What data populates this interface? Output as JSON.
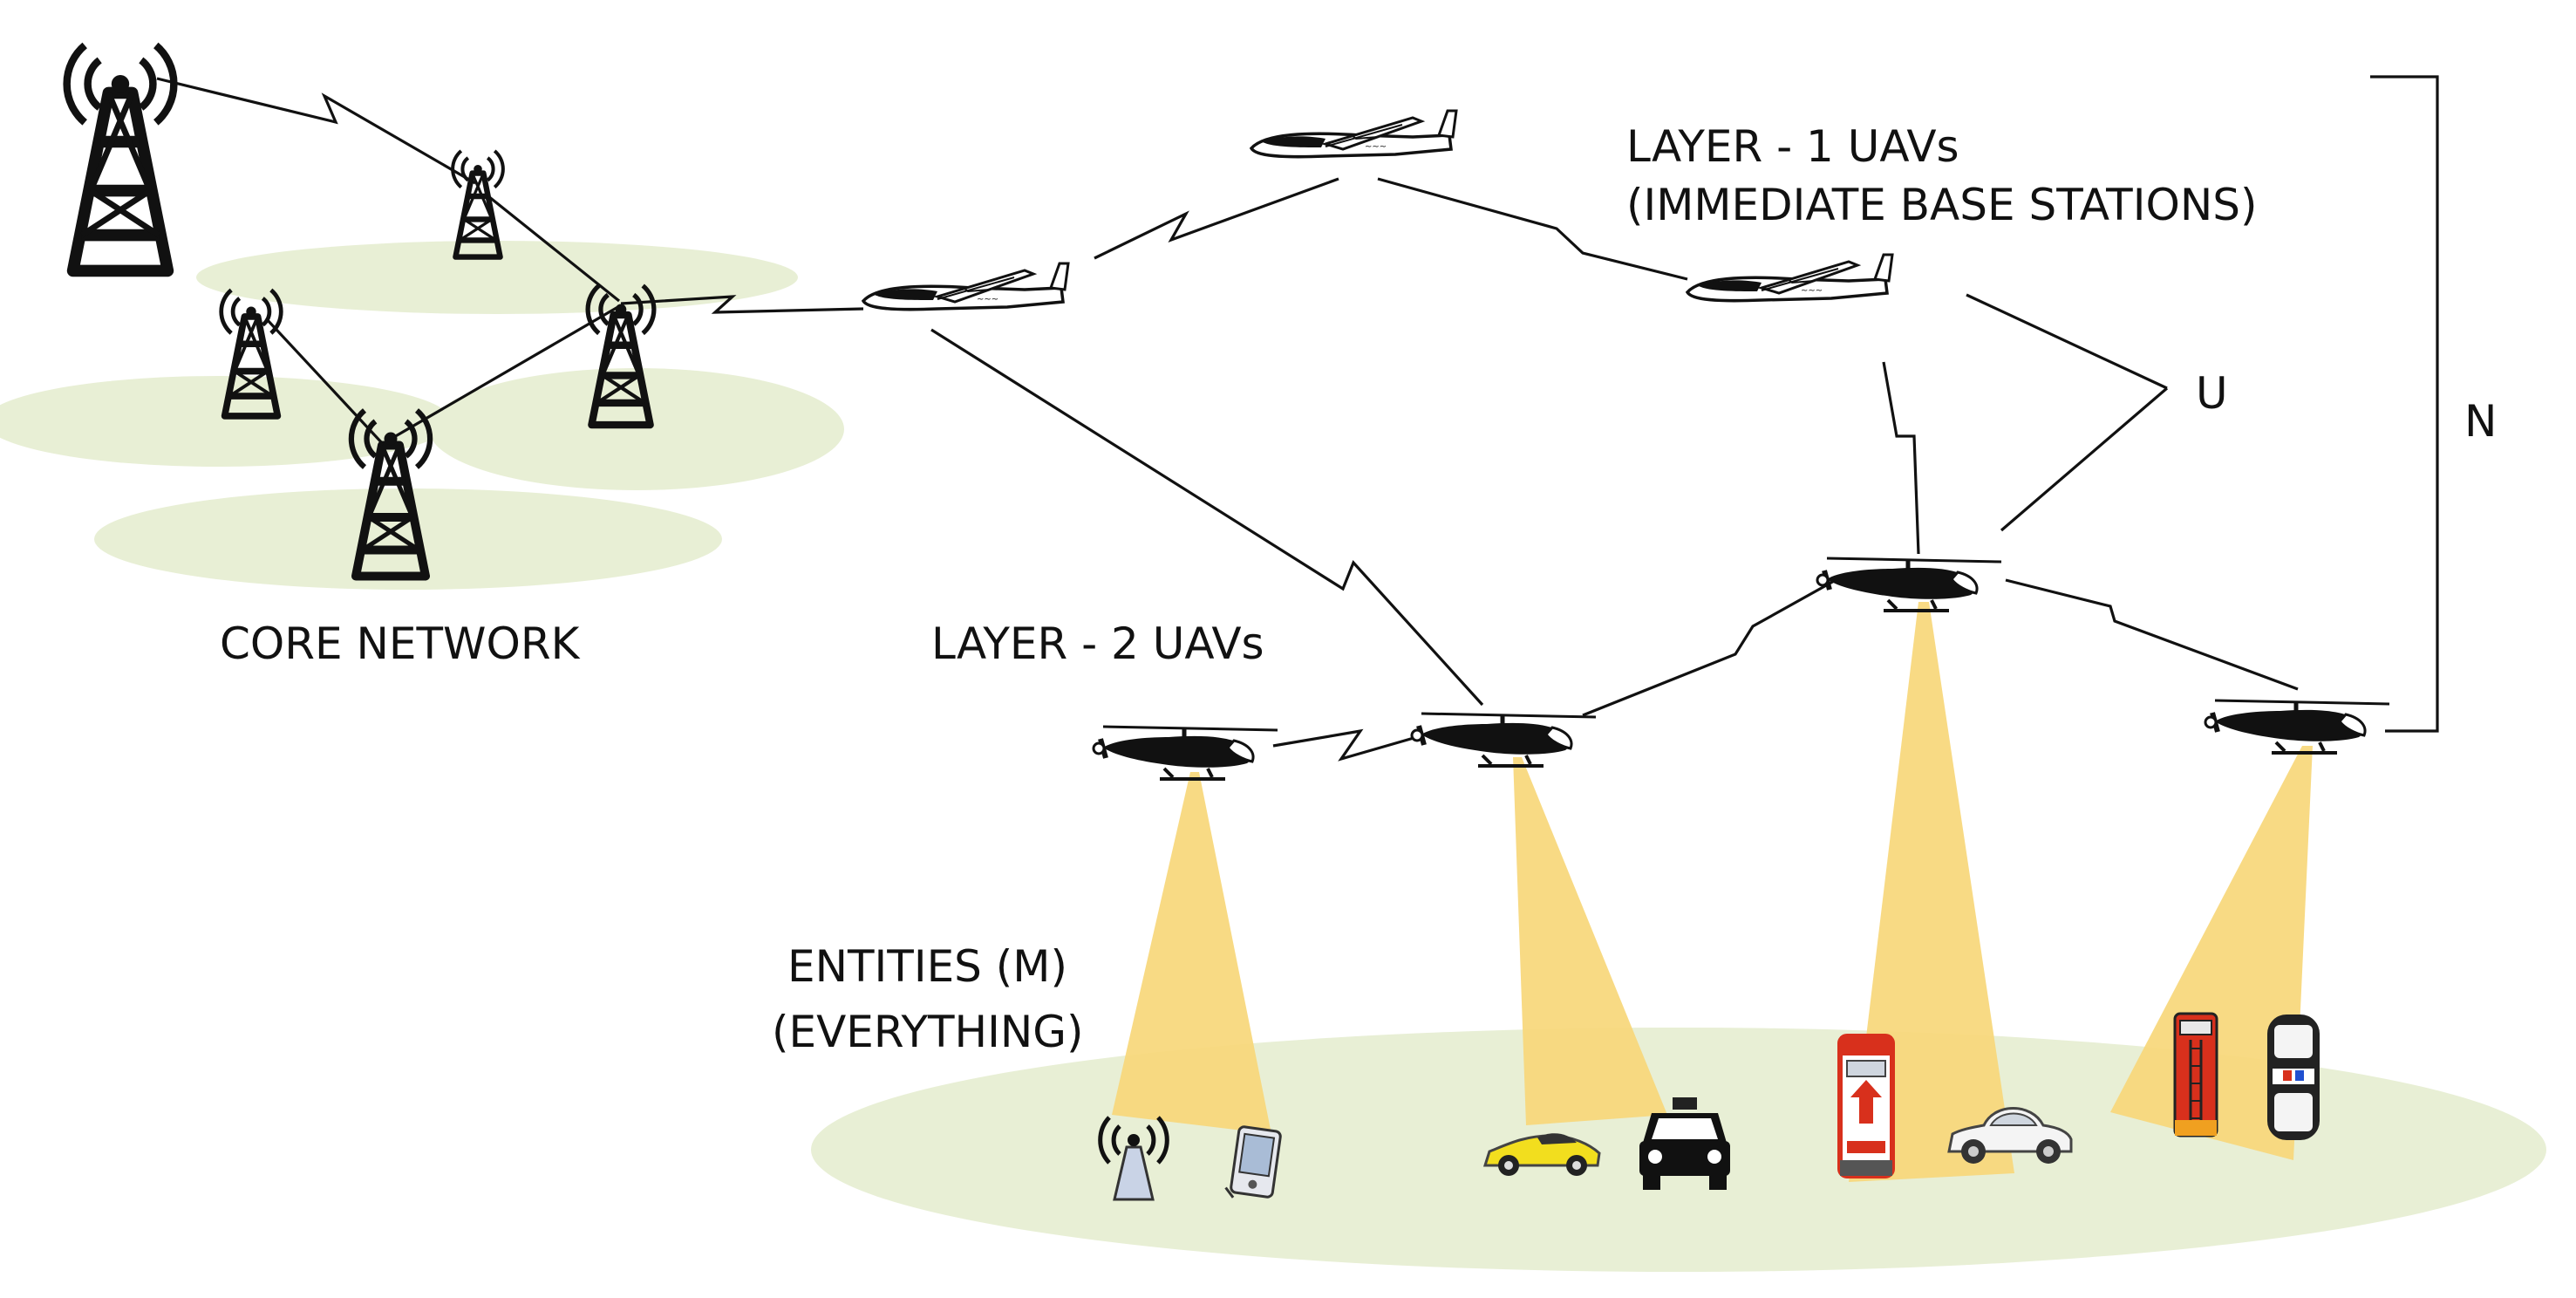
{
  "labels": {
    "core_network": "CORE NETWORK",
    "layer1_line1": "LAYER - 1 UAVs",
    "layer1_line2": "(IMMEDIATE BASE STATIONS)",
    "layer2": "LAYER - 2 UAVs",
    "entities_line1": "ENTITIES (M)",
    "entities_line2": "(EVERYTHING)",
    "u": "U",
    "n": "N"
  },
  "icons": {
    "tower": "cell-tower-icon",
    "plane": "fixed-wing-uav-icon",
    "heli": "rotary-uav-icon",
    "car": "car-icon",
    "taxi": "taxi-icon",
    "fire_truck": "fire-truck-icon",
    "ambulance": "ambulance-icon",
    "police": "police-car-icon",
    "pda": "handheld-device-icon",
    "access_point": "wireless-access-point-icon"
  },
  "colors": {
    "coverage_area": "#e8efd5",
    "beam": "#f7d77a",
    "ink": "#111111",
    "sports_car": "#f2de1e",
    "fire_red": "#d8301c"
  }
}
